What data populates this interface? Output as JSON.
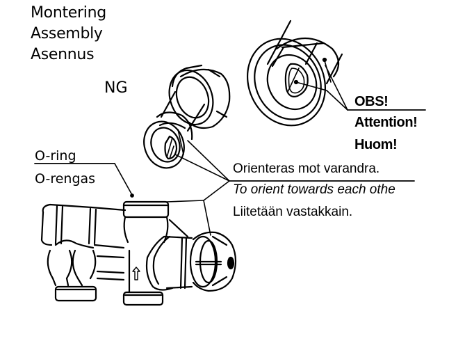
{
  "title": {
    "lines": [
      "Montering",
      "Assembly",
      "Asennus"
    ]
  },
  "model_label": "NG",
  "oring_label": {
    "sv_en": "O-ring",
    "fi": "O-rengas"
  },
  "warning_label": {
    "sv": "OBS!",
    "en": "Attention!",
    "fi": "Huom!"
  },
  "orientation_label": {
    "sv": "Orienteras mot varandra.",
    "en": "To orient towards each othe",
    "fi": "Liitetään vastakkain."
  },
  "parts": [
    "coupling-nut-with-pipe-adapter",
    "coupling-end-view-detail",
    "valve-body-manifold"
  ],
  "colors": {
    "line": "#000000",
    "background": "#ffffff"
  }
}
